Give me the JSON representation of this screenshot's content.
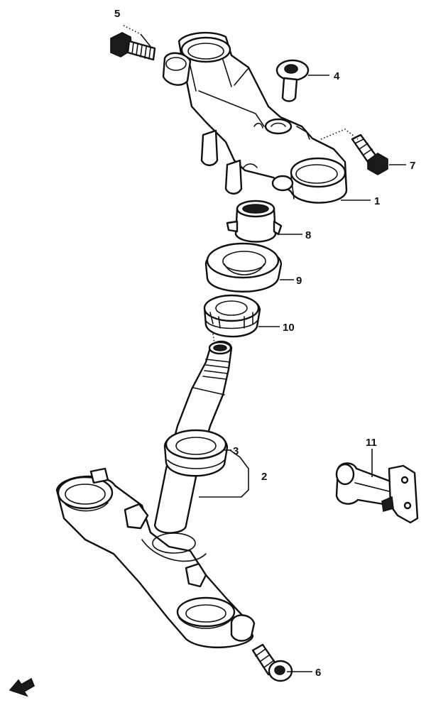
{
  "callouts": [
    {
      "id": "1",
      "text": "1"
    },
    {
      "id": "2",
      "text": "2"
    },
    {
      "id": "3",
      "text": "3"
    },
    {
      "id": "4",
      "text": "4"
    },
    {
      "id": "5",
      "text": "5"
    },
    {
      "id": "6",
      "text": "6"
    },
    {
      "id": "7",
      "text": "7"
    },
    {
      "id": "8",
      "text": "8"
    },
    {
      "id": "9",
      "text": "9"
    },
    {
      "id": "10",
      "text": "10"
    },
    {
      "id": "11",
      "text": "11"
    }
  ],
  "icons": {
    "direction_arrow": "front-direction-arrow-icon"
  }
}
